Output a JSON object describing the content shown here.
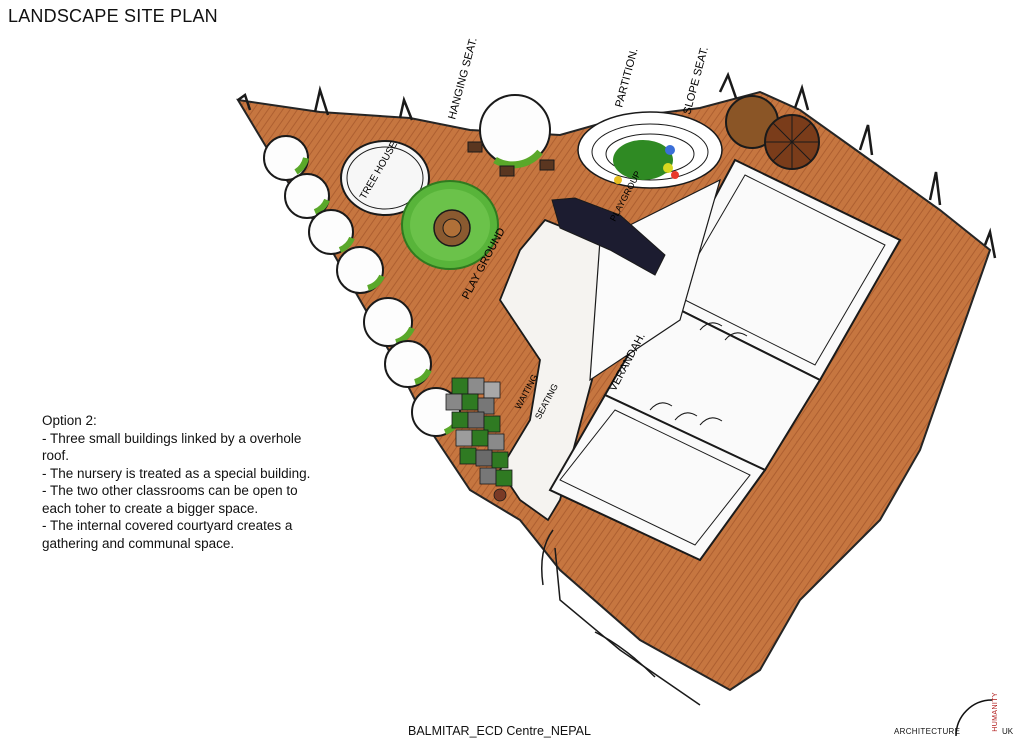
{
  "title": "LANDSCAPE SITE PLAN",
  "notes": {
    "heading": "Option 2:",
    "items": [
      "- Three small buildings linked by a overhole roof.",
      "- The nursery is treated as a special building.",
      "- The two other classrooms can be open to each toher to create a bigger space.",
      "- The internal covered courtyard creates a gathering and communal space."
    ]
  },
  "caption": "BALMITAR_ECD Centre_NEPAL",
  "logo": {
    "architecture": "ARCHITECTURE",
    "humanity": "HUMANITY",
    "uk": "UK",
    "color": "#b01818"
  },
  "plan_labels": {
    "hanging_seat": "HANGING SEAT.",
    "partition": "PARTITION.",
    "slope_seat": "SLOPE SEAT.",
    "tree_house": "TREE HOUSE",
    "playground": "PLAY GROUND",
    "verandah": "VERANDAH.",
    "waiting": "WAITING",
    "seating": "SEATING",
    "playgroup": "PLAYGROUP"
  },
  "colors": {
    "ground": "#c7733a",
    "tree_green": "#5aa82a",
    "lawn": "#2f9f2a",
    "ink": "#1a1a1a"
  }
}
